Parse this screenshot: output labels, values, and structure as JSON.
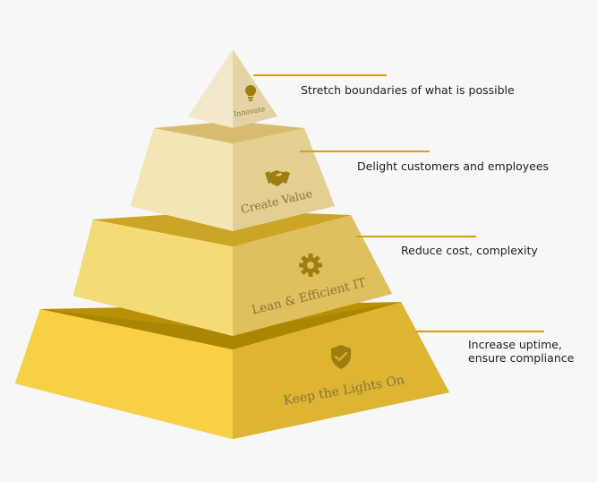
{
  "colors": {
    "background": "#f7f7f7",
    "accent_line": "#d4a017",
    "icon": "#a07d12",
    "label": "#8a7434"
  },
  "tiers": [
    {
      "label": "Innovate",
      "icon": "lightbulb-icon",
      "description": "Stretch boundaries of what is possible"
    },
    {
      "label": "Create Value",
      "icon": "handshake-icon",
      "description": "Delight customers and employees"
    },
    {
      "label": "Lean & Efficient IT",
      "icon": "gear-icon",
      "description": "Reduce cost, complexity"
    },
    {
      "label": "Keep the Lights On",
      "icon": "shield-check-icon",
      "description_line1": "Increase uptime,",
      "description_line2": "ensure compliance"
    }
  ]
}
